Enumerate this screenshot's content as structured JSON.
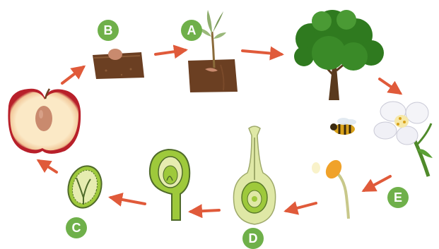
{
  "colors": {
    "badge": "#6fb04a",
    "arrow": "#e05a3a",
    "soil": "#6b3f22",
    "foliage": "#2f7a1f",
    "trunk": "#5a3a1e",
    "apple_skin": "#b8202a",
    "apple_flesh": "#fbe9c6",
    "seed": "#c98a6e",
    "green_tissue": "#9ec93b",
    "pale_tissue": "#dfe8a6",
    "pollen_tube": "#f0a22a"
  },
  "labels": {
    "a": "A",
    "b": "B",
    "c": "C",
    "d": "D",
    "e": "E"
  },
  "stages": [
    {
      "name": "fruit-with-seed",
      "icon": "apple-cut-icon"
    },
    {
      "name": "seed-in-soil",
      "icon": "seed-icon"
    },
    {
      "name": "germinating-seedling",
      "icon": "seedling-icon"
    },
    {
      "name": "mature-tree",
      "icon": "tree-icon"
    },
    {
      "name": "flower-with-bee",
      "icon": "flower-icon"
    },
    {
      "name": "pollen-grain",
      "icon": "pollen-icon"
    },
    {
      "name": "pistil-ovary",
      "icon": "pistil-icon"
    },
    {
      "name": "developing-ovule",
      "icon": "ovule-icon"
    },
    {
      "name": "seed-embryo",
      "icon": "embryo-icon"
    }
  ]
}
